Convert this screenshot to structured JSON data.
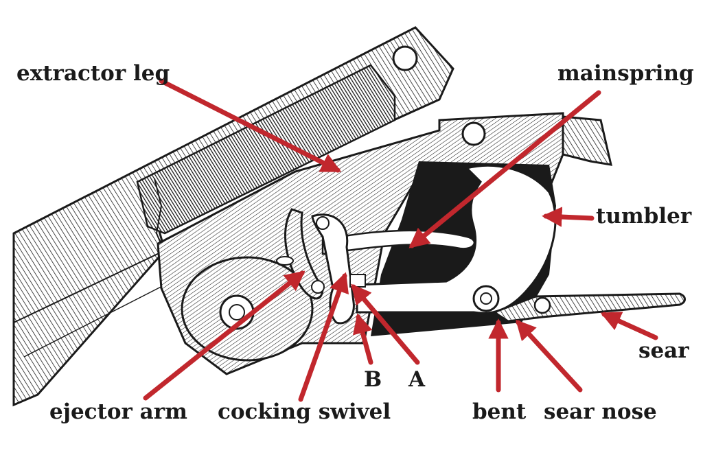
{
  "colors": {
    "ink": "#1a1a1a",
    "arrow": "#c1272d",
    "paper": "#ffffff",
    "shade": "#777777"
  },
  "labels": {
    "extractor_leg": "extractor leg",
    "mainspring": "mainspring",
    "tumbler": "tumbler",
    "sear": "sear",
    "sear_nose": "sear nose",
    "bent": "bent",
    "A": "A",
    "B": "B",
    "cocking_swivel": "cocking swivel",
    "ejector_arm": "ejector arm"
  }
}
